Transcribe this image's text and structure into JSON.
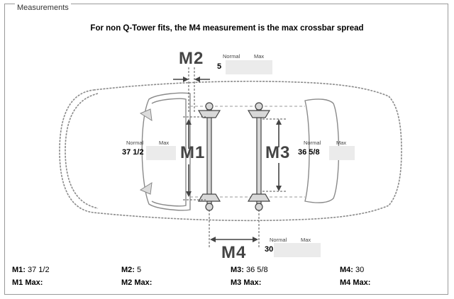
{
  "group": {
    "legend": "Measurements"
  },
  "heading": "For non Q-Tower fits, the M4 measurement is the max crossbar spread",
  "labels": {
    "m1": "M1",
    "m2": "M2",
    "m3": "M3",
    "m4": "M4"
  },
  "inputs": {
    "m1": {
      "normal_label": "Normal",
      "max_label": "Max",
      "value": "37 1/2"
    },
    "m2": {
      "normal_label": "Normal",
      "max_label": "Max",
      "value": "5"
    },
    "m3": {
      "normal_label": "Normal",
      "max_label": "Max",
      "value": "36 5/8"
    },
    "m4": {
      "normal_label": "Normal",
      "max_label": "Max",
      "value": "30"
    }
  },
  "summary": {
    "values": [
      {
        "label": "M1:",
        "value": "37 1/2"
      },
      {
        "label": "M2:",
        "value": "5"
      },
      {
        "label": "M3:",
        "value": "36 5/8"
      },
      {
        "label": "M4:",
        "value": "30"
      }
    ],
    "max": [
      {
        "label": "M1 Max:",
        "value": ""
      },
      {
        "label": "M2 Max:",
        "value": ""
      },
      {
        "label": "M3 Max:",
        "value": ""
      },
      {
        "label": "M4 Max:",
        "value": ""
      }
    ]
  }
}
